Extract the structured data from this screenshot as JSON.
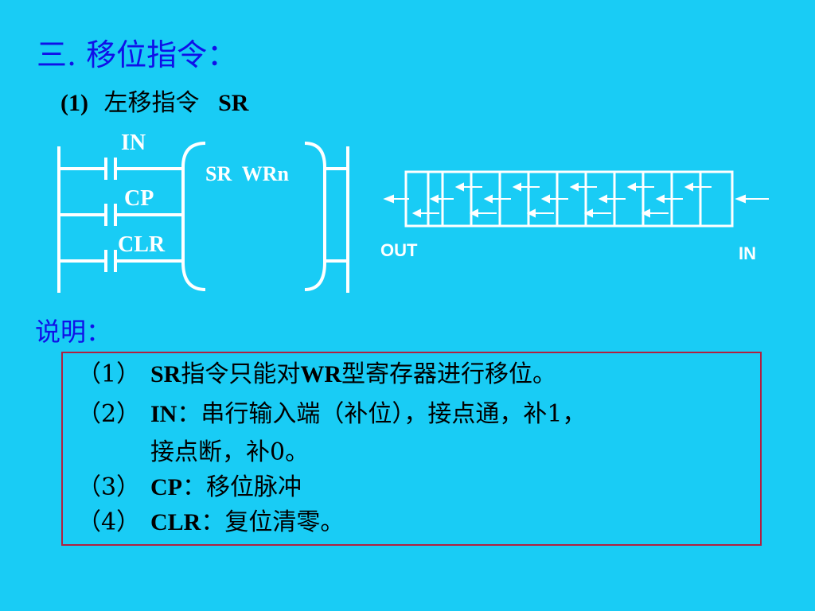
{
  "title": "三. 移位指令：",
  "subtitle": {
    "num": "(1)",
    "text": "左移指令",
    "mnemonic": "SR"
  },
  "ladder": {
    "inputs": [
      "IN",
      "CP",
      "CLR"
    ],
    "box_label": "SR  WRn"
  },
  "shift_register": {
    "cells": 12,
    "out_label": "OUT",
    "in_label": "IN"
  },
  "notes_title": "说明：",
  "notes": [
    {
      "num": "（1）",
      "term": "SR",
      "text": "指令只能对",
      "term2": "WR",
      "text2": "型寄存器进行移位。"
    },
    {
      "num": "（2）",
      "term": "IN",
      "text": "：串行输入端（补位），接点通，补1，"
    },
    {
      "cont": "接点断，补0。"
    },
    {
      "num": "（3）",
      "term": "CP",
      "text": "：移位脉冲"
    },
    {
      "num": "（4）",
      "term": "CLR",
      "text": "：复位清零。"
    }
  ],
  "colors": {
    "background": "#19CCF5",
    "title": "#1010E8",
    "diagram": "#FFFFFF",
    "notes_border": "#B02040"
  }
}
